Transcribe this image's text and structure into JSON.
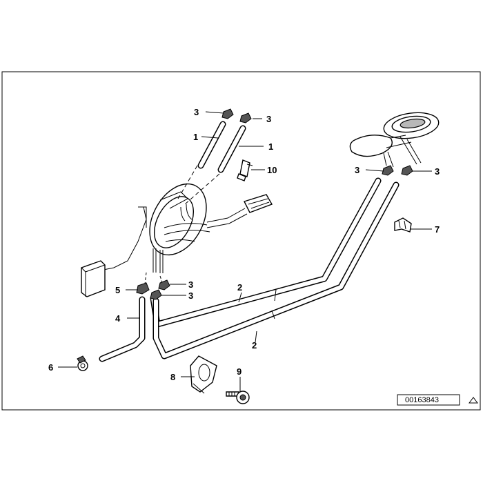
{
  "diagram": {
    "part_number": "00163843",
    "corner_icon": "triangle-icon",
    "callouts": {
      "c3_top_left": "3",
      "c3_top_right": "3",
      "c1_left": "1",
      "c1_right": "1",
      "c10": "10",
      "c3_right_a": "3",
      "c3_right_b": "3",
      "c7": "7",
      "c5": "5",
      "c3_mid_a": "3",
      "c3_mid_b": "3",
      "c2_a": "2",
      "c2_b": "2",
      "c4": "4",
      "c6": "6",
      "c8": "8",
      "c9": "9"
    }
  }
}
